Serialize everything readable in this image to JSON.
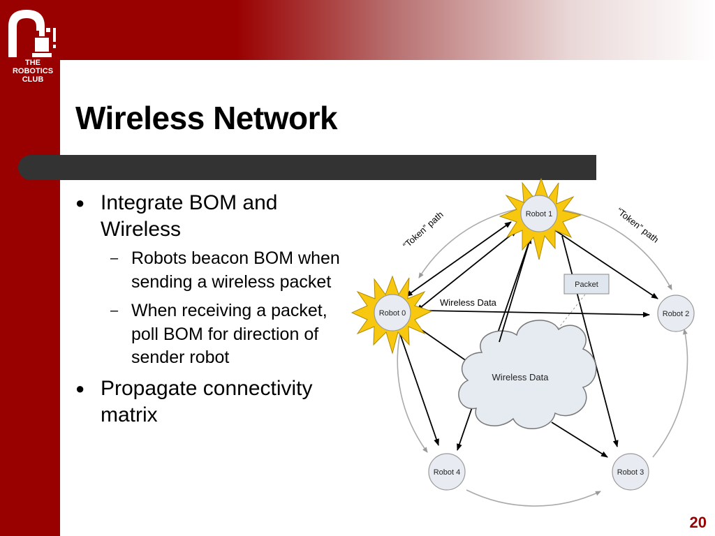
{
  "slide": {
    "title": "Wireless Network",
    "page_number": "20",
    "colors": {
      "brand": "#990000",
      "title_bar": "#333333",
      "star_fill": "#f7c80f"
    }
  },
  "logo": {
    "line1": "THE",
    "line2": "ROBOTICS",
    "line3": "CLUB"
  },
  "bullets": [
    {
      "text": "Integrate BOM and Wireless",
      "sub": [
        "Robots beacon BOM when sending a wireless packet",
        "When receiving a packet, poll BOM for direction of sender robot"
      ]
    },
    {
      "text": "Propagate connectivity matrix",
      "sub": []
    }
  ],
  "diagram": {
    "robots": [
      "Robot 0",
      "Robot 1",
      "Robot 2",
      "Robot 3",
      "Robot 4"
    ],
    "token_path_left": "“Token” path",
    "token_path_right": "“Token” path",
    "packet_label": "Packet",
    "wireless_data_label": "Wireless Data",
    "cloud_label": "Wireless Data"
  }
}
